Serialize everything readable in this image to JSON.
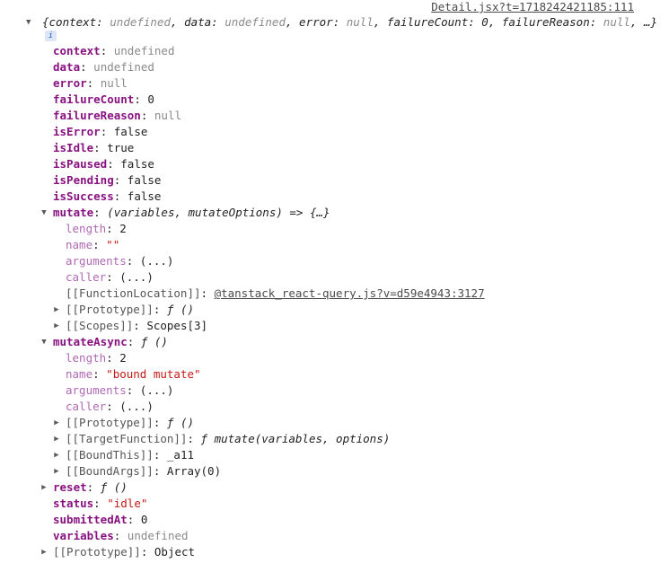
{
  "source_link": "Detail.jsx?t=1718242421185:111",
  "summary": {
    "open": "{",
    "pairs": [
      {
        "k": "context",
        "v": "undefined",
        "t": "vu"
      },
      {
        "k": "data",
        "v": "undefined",
        "t": "vu"
      },
      {
        "k": "error",
        "v": "null",
        "t": "vu"
      },
      {
        "k": "failureCount",
        "v": "0",
        "t": "vn"
      },
      {
        "k": "failureReason",
        "v": "null",
        "t": "vu"
      }
    ],
    "ellipsis": "…}"
  },
  "info_badge": "i",
  "rows": [
    {
      "indent": 59,
      "arrow": "",
      "key": "context",
      "kclass": "key",
      "val": "undefined",
      "vclass": "v-undef"
    },
    {
      "indent": 59,
      "arrow": "",
      "key": "data",
      "kclass": "key",
      "val": "undefined",
      "vclass": "v-undef"
    },
    {
      "indent": 59,
      "arrow": "",
      "key": "error",
      "kclass": "key",
      "val": "null",
      "vclass": "v-null"
    },
    {
      "indent": 59,
      "arrow": "",
      "key": "failureCount",
      "kclass": "key",
      "val": "0",
      "vclass": "v-num plain"
    },
    {
      "indent": 59,
      "arrow": "",
      "key": "failureReason",
      "kclass": "key",
      "val": "null",
      "vclass": "v-null"
    },
    {
      "indent": 59,
      "arrow": "",
      "key": "isError",
      "kclass": "key",
      "val": "false",
      "vclass": "v-bool"
    },
    {
      "indent": 59,
      "arrow": "",
      "key": "isIdle",
      "kclass": "key",
      "val": "true",
      "vclass": "v-bool"
    },
    {
      "indent": 59,
      "arrow": "",
      "key": "isPaused",
      "kclass": "key",
      "val": "false",
      "vclass": "v-bool"
    },
    {
      "indent": 59,
      "arrow": "",
      "key": "isPending",
      "kclass": "key",
      "val": "false",
      "vclass": "v-bool"
    },
    {
      "indent": 59,
      "arrow": "",
      "key": "isSuccess",
      "kclass": "key",
      "val": "false",
      "vclass": "v-bool"
    },
    {
      "indent": 59,
      "arrow": "down",
      "key": "mutate",
      "kclass": "key",
      "val": "(variables, mutateOptions) => {…}",
      "vclass": "v-fn"
    },
    {
      "indent": 73,
      "arrow": "",
      "key": "length",
      "kclass": "key mid",
      "val": "2",
      "vclass": "v-num plain"
    },
    {
      "indent": 73,
      "arrow": "",
      "key": "name",
      "kclass": "key mid",
      "val": "\"\"",
      "vclass": "v-str"
    },
    {
      "indent": 73,
      "arrow": "",
      "key": "arguments",
      "kclass": "key dim",
      "val": "(...)",
      "vclass": "v-plain"
    },
    {
      "indent": 73,
      "arrow": "",
      "key": "caller",
      "kclass": "key dim",
      "val": "(...)",
      "vclass": "v-plain"
    },
    {
      "indent": 73,
      "arrow": "",
      "key": "[[FunctionLocation]]",
      "kclass": "key internal",
      "val": "@tanstack_react-query.js?v=d59e4943:3127",
      "vclass": "v-link"
    },
    {
      "indent": 73,
      "arrow": "right",
      "key": "[[Prototype]]",
      "kclass": "key internal",
      "val": "ƒ ()",
      "vclass": "v-fn"
    },
    {
      "indent": 73,
      "arrow": "right",
      "key": "[[Scopes]]",
      "kclass": "key internal",
      "val": "Scopes[3]",
      "vclass": "v-plain"
    },
    {
      "indent": 59,
      "arrow": "down",
      "key": "mutateAsync",
      "kclass": "key",
      "val": "ƒ ()",
      "vclass": "v-fn"
    },
    {
      "indent": 73,
      "arrow": "",
      "key": "length",
      "kclass": "key mid",
      "val": "2",
      "vclass": "v-num plain"
    },
    {
      "indent": 73,
      "arrow": "",
      "key": "name",
      "kclass": "key mid",
      "val": "\"bound mutate\"",
      "vclass": "v-str"
    },
    {
      "indent": 73,
      "arrow": "",
      "key": "arguments",
      "kclass": "key dim",
      "val": "(...)",
      "vclass": "v-plain"
    },
    {
      "indent": 73,
      "arrow": "",
      "key": "caller",
      "kclass": "key dim",
      "val": "(...)",
      "vclass": "v-plain"
    },
    {
      "indent": 73,
      "arrow": "right",
      "key": "[[Prototype]]",
      "kclass": "key internal",
      "val": "ƒ ()",
      "vclass": "v-fn"
    },
    {
      "indent": 73,
      "arrow": "right",
      "key": "[[TargetFunction]]",
      "kclass": "key internal",
      "val": "ƒ mutate(variables, options)",
      "vclass": "v-fn"
    },
    {
      "indent": 73,
      "arrow": "right",
      "key": "[[BoundThis]]",
      "kclass": "key internal",
      "val": "_a11",
      "vclass": "v-plain"
    },
    {
      "indent": 73,
      "arrow": "right",
      "key": "[[BoundArgs]]",
      "kclass": "key internal",
      "val": "Array(0)",
      "vclass": "v-plain"
    },
    {
      "indent": 59,
      "arrow": "right",
      "key": "reset",
      "kclass": "key",
      "val": "ƒ ()",
      "vclass": "v-fn"
    },
    {
      "indent": 59,
      "arrow": "",
      "key": "status",
      "kclass": "key",
      "val": "\"idle\"",
      "vclass": "v-str"
    },
    {
      "indent": 59,
      "arrow": "",
      "key": "submittedAt",
      "kclass": "key",
      "val": "0",
      "vclass": "v-num plain"
    },
    {
      "indent": 59,
      "arrow": "",
      "key": "variables",
      "kclass": "key",
      "val": "undefined",
      "vclass": "v-undef"
    },
    {
      "indent": 59,
      "arrow": "right",
      "key": "[[Prototype]]",
      "kclass": "key internal",
      "val": "Object",
      "vclass": "v-plain"
    }
  ],
  "separator": ": "
}
